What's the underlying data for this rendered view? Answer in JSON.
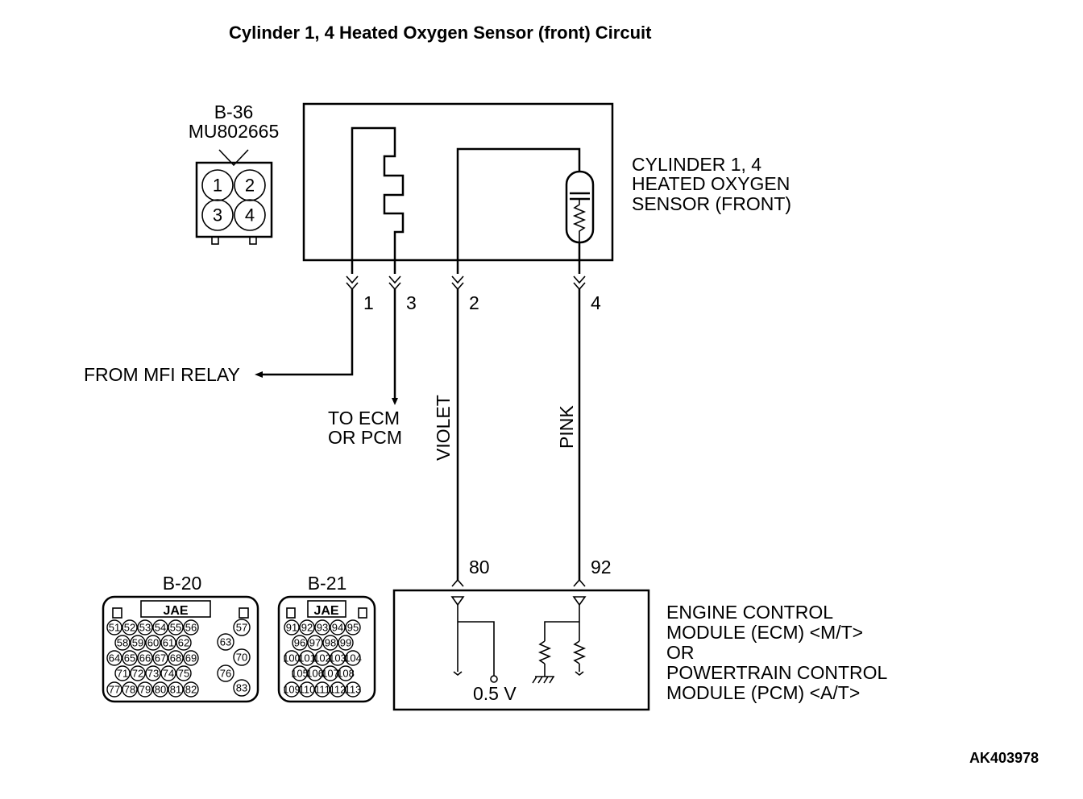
{
  "title": "Cylinder 1, 4 Heated Oxygen Sensor (front) Circuit",
  "reference_code": "AK403978",
  "sensor": {
    "label_lines": [
      "CYLINDER 1, 4",
      "HEATED OXYGEN",
      "SENSOR (FRONT)"
    ],
    "connector": {
      "name": "B-36",
      "part_number": "MU802665",
      "pins": [
        "1",
        "2",
        "3",
        "4"
      ]
    },
    "terminals": [
      "1",
      "3",
      "2",
      "4"
    ]
  },
  "wires": {
    "mfi_relay": "FROM MFI RELAY",
    "to_ecm_lines": [
      "TO ECM",
      "OR PCM"
    ],
    "violet": "VIOLET",
    "pink": "PINK"
  },
  "ecm": {
    "label_lines": [
      "ENGINE CONTROL",
      "MODULE (ECM) <M/T>",
      "OR",
      "POWERTRAIN CONTROL",
      "MODULE (PCM) <A/T>"
    ],
    "terminals": [
      "80",
      "92"
    ],
    "voltage": "0.5 V"
  },
  "connectors": {
    "b20": {
      "name": "B-20",
      "maker": "JAE",
      "rows": [
        [
          "51",
          "52",
          "53",
          "54",
          "55",
          "56"
        ],
        [
          "58",
          "59",
          "60",
          "61",
          "62"
        ],
        [
          "64",
          "65",
          "66",
          "67",
          "68",
          "69"
        ],
        [
          "71",
          "72",
          "73",
          "74",
          "75"
        ],
        [
          "77",
          "78",
          "79",
          "80",
          "81",
          "82"
        ]
      ],
      "side_pins": [
        "57",
        "63",
        "70",
        "76",
        "83"
      ]
    },
    "b21": {
      "name": "B-21",
      "maker": "JAE",
      "rows": [
        [
          "91",
          "92",
          "93",
          "94",
          "95"
        ],
        [
          "96",
          "97",
          "98",
          "99"
        ],
        [
          "100",
          "101",
          "102",
          "103",
          "104"
        ],
        [
          "105",
          "106",
          "107",
          "108"
        ],
        [
          "109",
          "110",
          "111",
          "112",
          "113"
        ]
      ]
    }
  }
}
